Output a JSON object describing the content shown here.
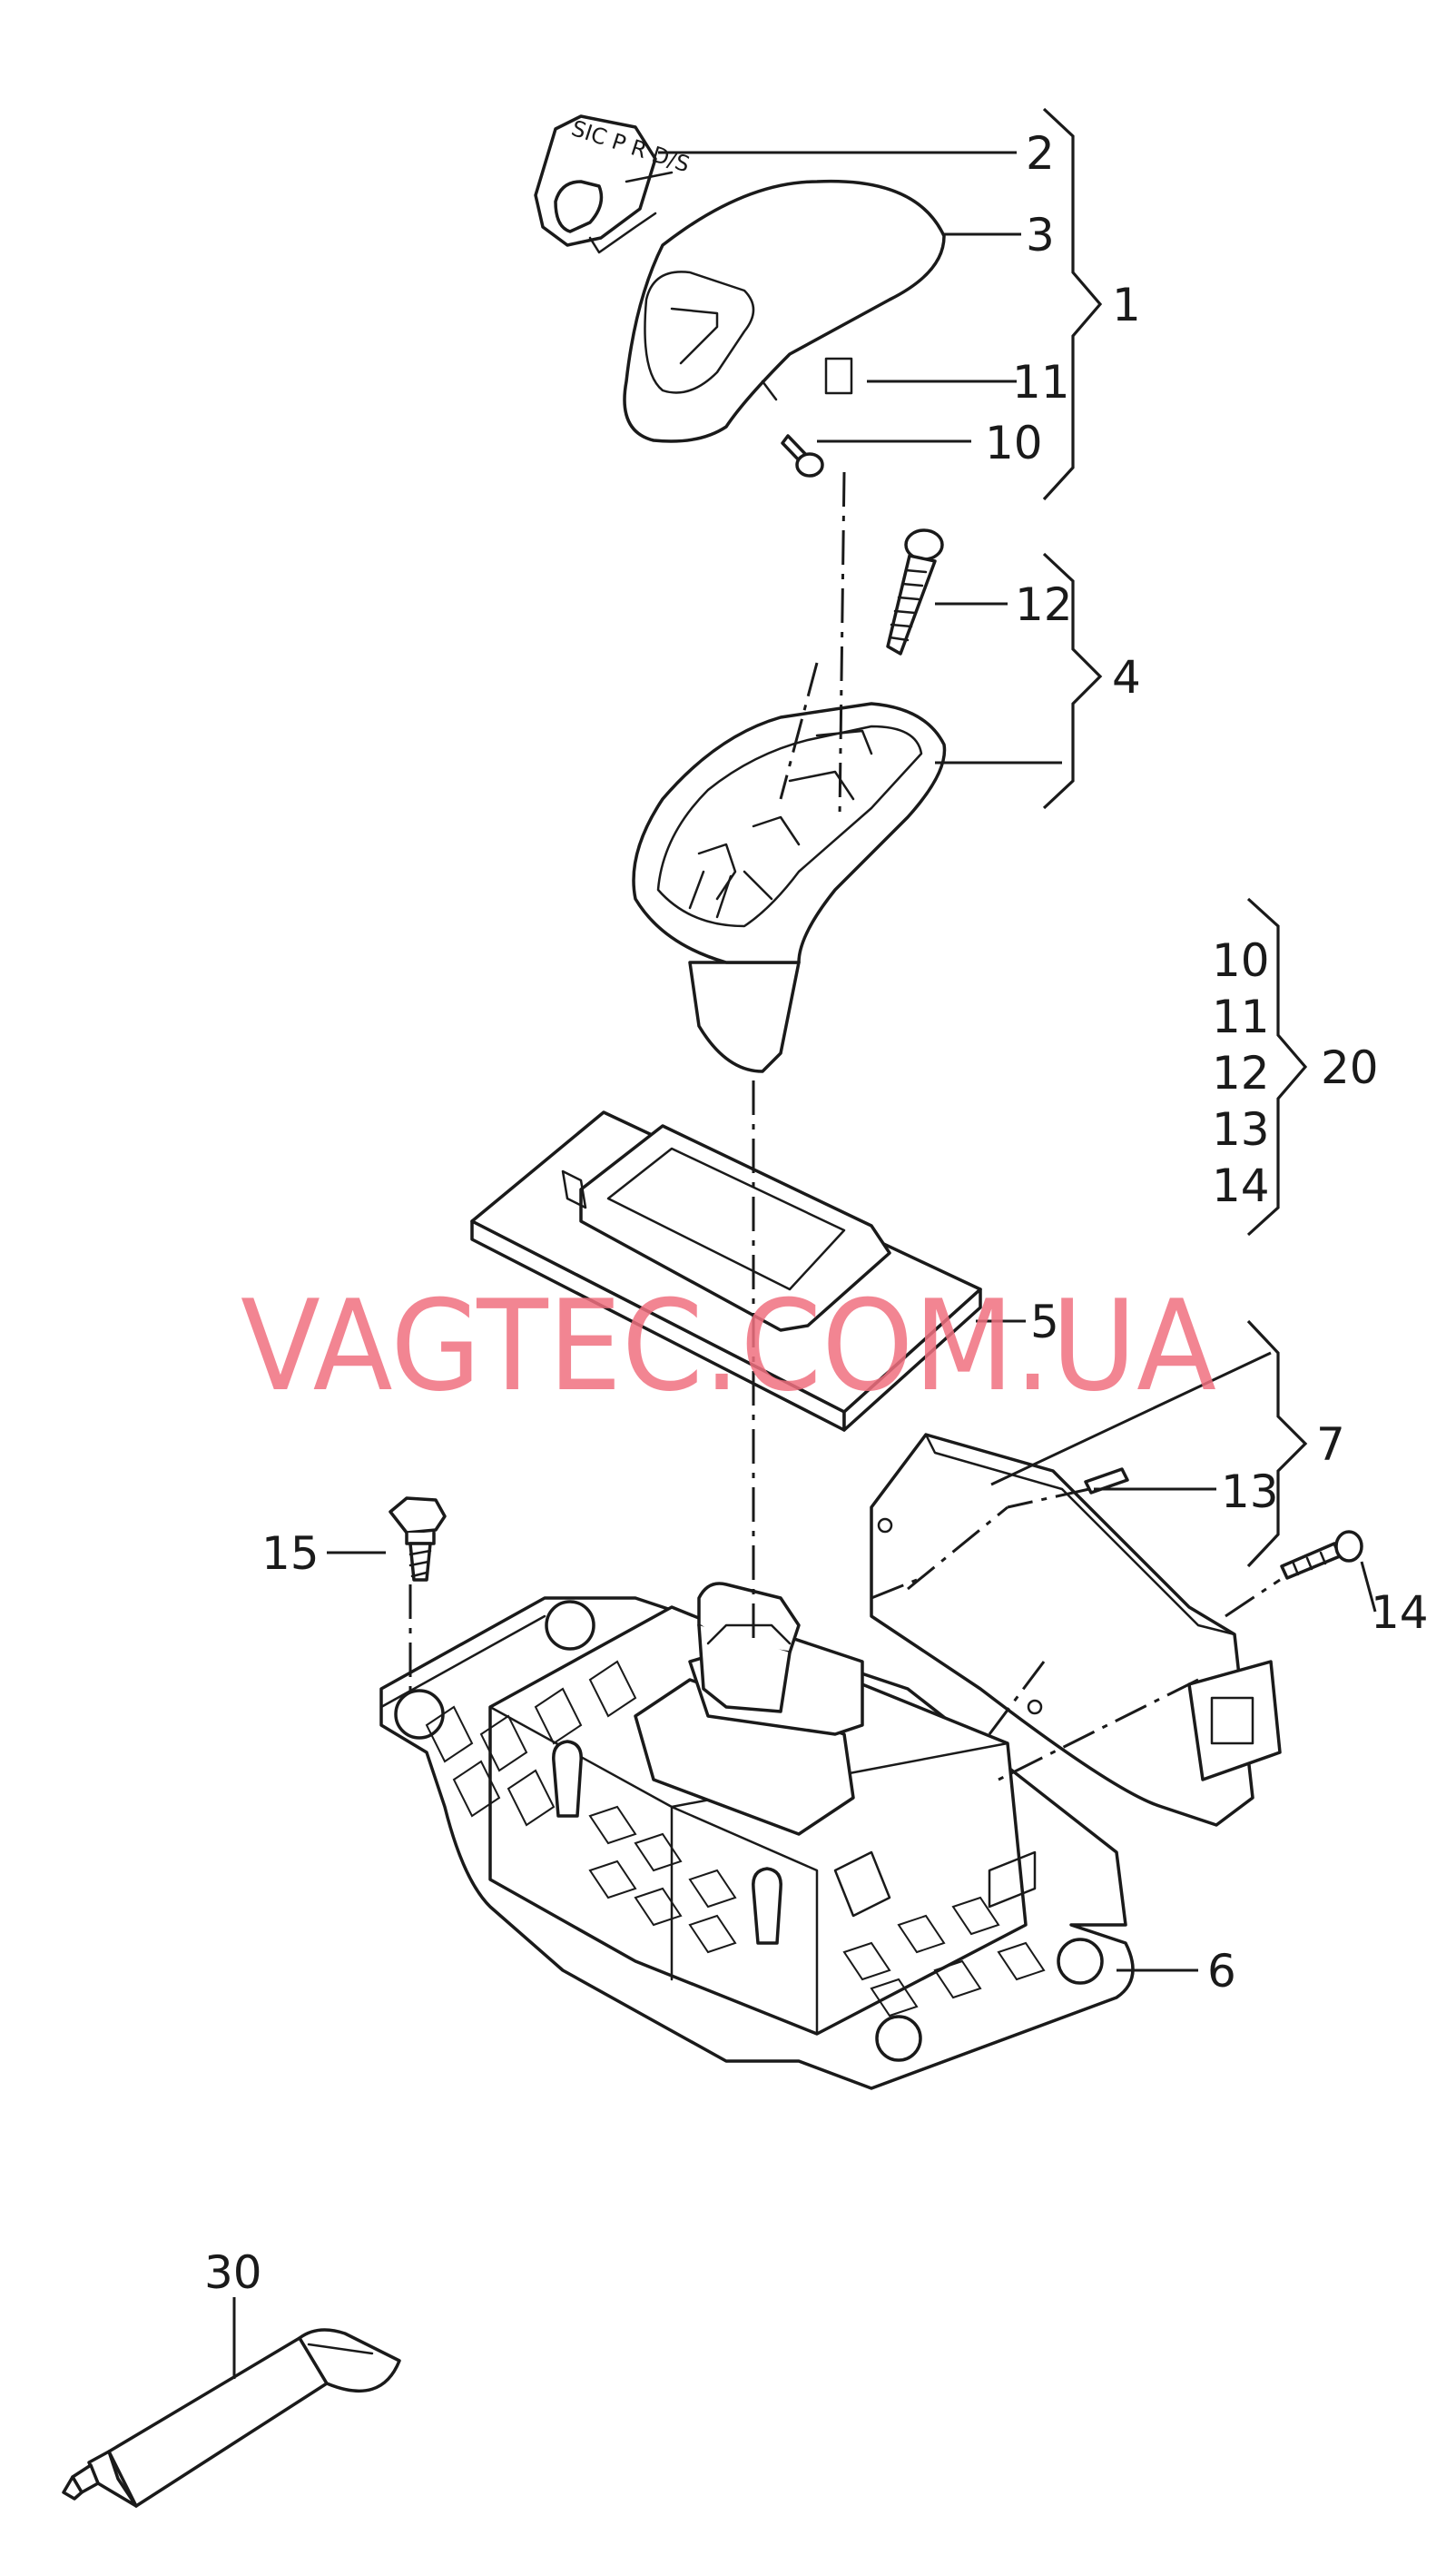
{
  "watermark": "VAGTEC.COM.UA",
  "knob_text": "SIC P R D/S",
  "callouts": {
    "c1": "1",
    "c2": "2",
    "c3": "3",
    "c4": "4",
    "c5": "5",
    "c6": "6",
    "c7": "7",
    "c10": "10",
    "c11": "11",
    "c12": "12",
    "c13": "13",
    "c14": "14",
    "c15": "15",
    "c20": "20",
    "c30": "30"
  },
  "group20": [
    "10",
    "11",
    "12",
    "13",
    "14"
  ]
}
